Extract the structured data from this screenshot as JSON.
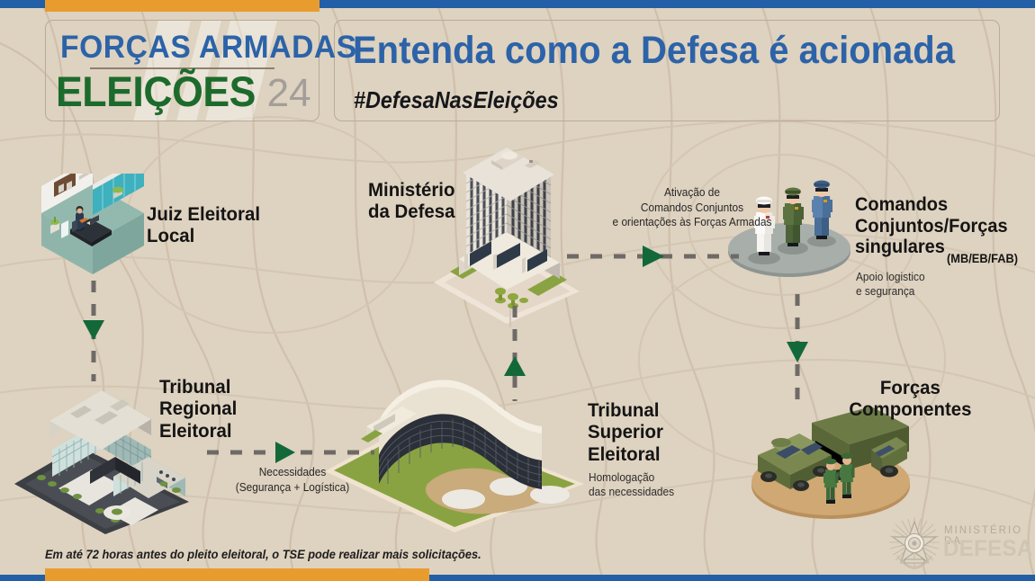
{
  "meta": {
    "title": "Entenda como a Defesa é acionada",
    "hashtag": "#DefesaNasEleições"
  },
  "colors": {
    "background": "#ded2c0",
    "blue": "#225fa6",
    "orange": "#e99c2e",
    "green": "#1c6b2c",
    "arrow_green": "#13683a",
    "dash_gray": "#6e6a66",
    "logo_gray": "#a39e98"
  },
  "brand": {
    "line1": "FORÇAS ARMADAS",
    "line2": "ELEIÇÕES",
    "year": "24"
  },
  "nodes": [
    {
      "id": "juiz-eleitoral-local",
      "label": "Juiz Eleitoral\nLocal",
      "sub": ""
    },
    {
      "id": "tribunal-regional-eleitoral",
      "label": "Tribunal\nRegional\nEleitoral",
      "sub": ""
    },
    {
      "id": "tribunal-superior-eleitoral",
      "label": "Tribunal\nSuperior\nEleitoral",
      "sub": "Homologação\ndas necessidades"
    },
    {
      "id": "ministerio-da-defesa",
      "label": "Ministério\nda Defesa",
      "sub": ""
    },
    {
      "id": "comandos-conjuntos",
      "label": "Comandos\nConjuntos/Forças\nsingulares",
      "paren": "(MB/EB/FAB)",
      "sub": "Apoio logistico\ne segurança"
    },
    {
      "id": "forcas-componentes",
      "label": "Forças\nComponentes",
      "sub": ""
    }
  ],
  "flows": [
    {
      "id": "juiz-to-tre",
      "note": ""
    },
    {
      "id": "tre-to-tse",
      "note": "Necessidades\n(Segurança + Logística)"
    },
    {
      "id": "tse-to-md",
      "note": ""
    },
    {
      "id": "md-to-comandos",
      "note": "Ativação de\nComandos Conjuntos\ne orientações às Forças Armadas"
    },
    {
      "id": "comandos-to-forcas",
      "note": ""
    }
  ],
  "labels": {
    "juiz_eleitoral_local": "Juiz Eleitoral\nLocal",
    "tribunal_regional_eleitoral": "Tribunal\nRegional\nEleitoral",
    "tribunal_superior_eleitoral": "Tribunal\nSuperior\nEleitoral",
    "tse_sub": "Homologação\ndas necessidades",
    "ministerio_da_defesa": "Ministério\nda Defesa",
    "comandos_conjuntos": "Comandos\nConjuntos/Forças\nsingulares",
    "comandos_paren": "(MB/EB/FAB)",
    "comandos_sub": "Apoio logistico\ne segurança",
    "forcas_componentes": "Forças\nComponentes",
    "note_necessidades": "Necessidades\n(Segurança + Logística)",
    "note_ativacao": "Ativação de\nComandos Conjuntos\ne orientações às Forças Armadas"
  },
  "footer": {
    "note": "Em até 72 horas antes do pleito eleitoral, o TSE pode realizar mais solicitações.",
    "ministry_top": "MINISTÉRIO DA",
    "ministry_main": "DEFESA"
  }
}
